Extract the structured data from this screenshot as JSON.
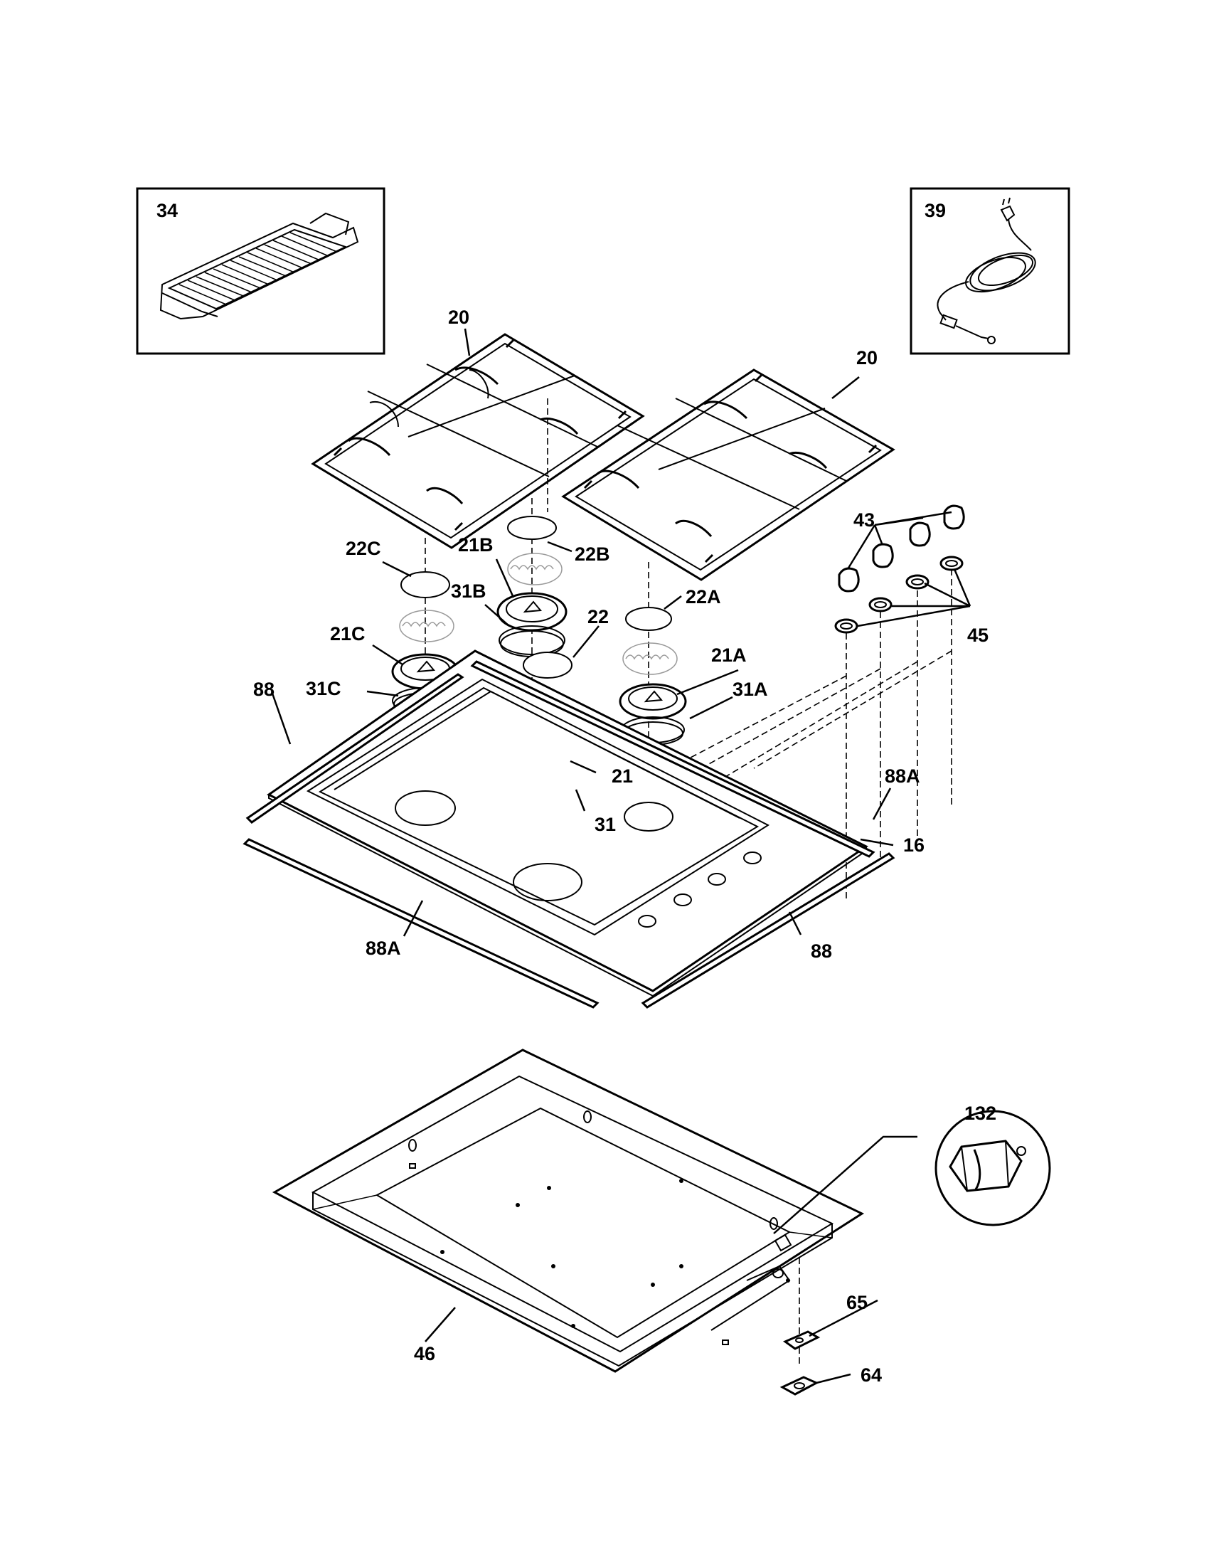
{
  "callouts": {
    "griddle": "34",
    "power_cord": "39",
    "grate_left": "20",
    "grate_right": "20",
    "cap_22c": "22C",
    "cap_22b": "22B",
    "cap_22a": "22A",
    "cap_22": "22",
    "head_21b": "21B",
    "head_21c": "21C",
    "head_21a": "21A",
    "head_21": "21",
    "seal_31b": "31B",
    "seal_31c": "31C",
    "seal_31a": "31A",
    "seal_31": "31",
    "knobs": "43",
    "bezels": "45",
    "trim_88_left": "88",
    "trim_88a_right": "88A",
    "trim_88a_front": "88A",
    "trim_88_front": "88",
    "cooktop": "16",
    "burner_box": "46",
    "orifice_holder": "132",
    "gasket_65": "65",
    "plate_64": "64"
  }
}
